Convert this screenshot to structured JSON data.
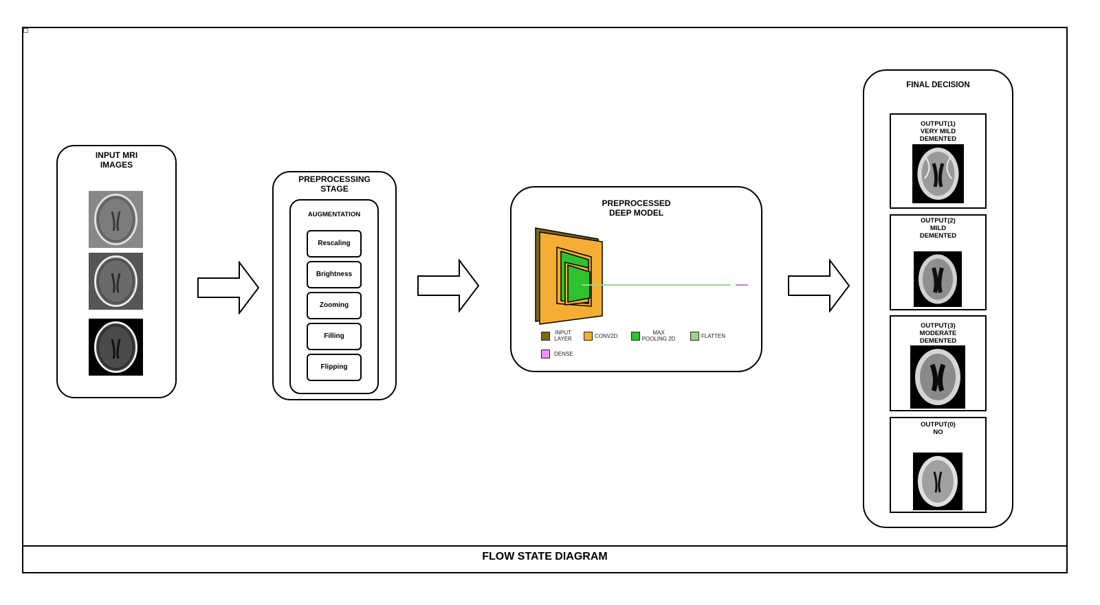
{
  "caption": "FLOW STATE DIAGRAM",
  "input": {
    "title_lines": [
      "INPUT MRI",
      "IMAGES"
    ]
  },
  "preprocessing": {
    "title_lines": [
      "PREPROCESSING",
      "STAGE"
    ],
    "augmentation_title": "AUGMENTATION",
    "steps": [
      "Rescaling",
      "Brightness",
      "Zooming",
      "Filling",
      "Flipping"
    ]
  },
  "model": {
    "title_lines": [
      "PREPROCESSED",
      "DEEP MODEL"
    ],
    "legend": [
      {
        "lines": [
          "INPUT",
          "LAYER"
        ],
        "color": "#7a6a10"
      },
      {
        "lines": [
          "CONV2D"
        ],
        "color": "#f5ae33"
      },
      {
        "lines": [
          "MAX",
          "POOLING 2D"
        ],
        "color": "#2ec22e"
      },
      {
        "lines": [
          "FLATTEN"
        ],
        "color": "#9bd38a"
      },
      {
        "lines": [
          "DENSE"
        ],
        "color": "#f08ff0"
      }
    ]
  },
  "final": {
    "title": "FINAL DECISION",
    "outputs": [
      {
        "lines": [
          "OUTPUT(1)",
          "VERY MILD",
          "DEMENTED"
        ]
      },
      {
        "lines": [
          "OUTPUT(2)",
          "MILD",
          "DEMENTED"
        ]
      },
      {
        "lines": [
          "OUTPUT(3)",
          "MODERATE",
          "DEMENTED"
        ]
      },
      {
        "lines": [
          "OUTPUT(0)",
          "NO"
        ]
      }
    ]
  }
}
